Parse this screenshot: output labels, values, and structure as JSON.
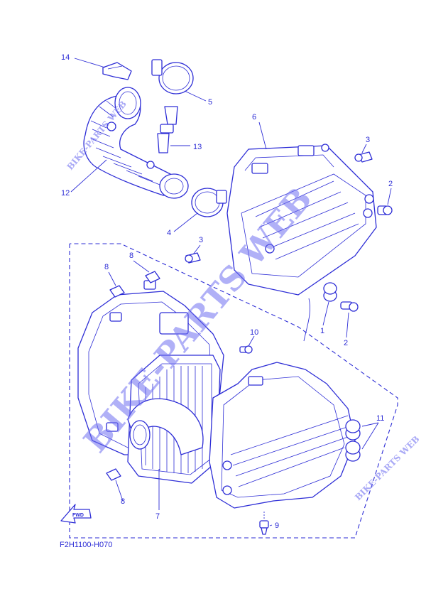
{
  "diagram_code": "F2H1100-H070",
  "fwd_label": "FWD",
  "watermarks": {
    "main": "BIKE-PARTS WEB",
    "small": "BIKE-PARTS WEB"
  },
  "callouts": {
    "c14": "14",
    "c5": "5",
    "c13": "13",
    "c12": "12",
    "c4": "4",
    "c6": "6",
    "c3a": "3",
    "c2a": "2",
    "c3b": "3",
    "c1": "1",
    "c2b": "2",
    "c8a": "8",
    "c8b": "8",
    "c10": "10",
    "c11": "11",
    "c8c": "8",
    "c7": "7",
    "c9": "9"
  }
}
